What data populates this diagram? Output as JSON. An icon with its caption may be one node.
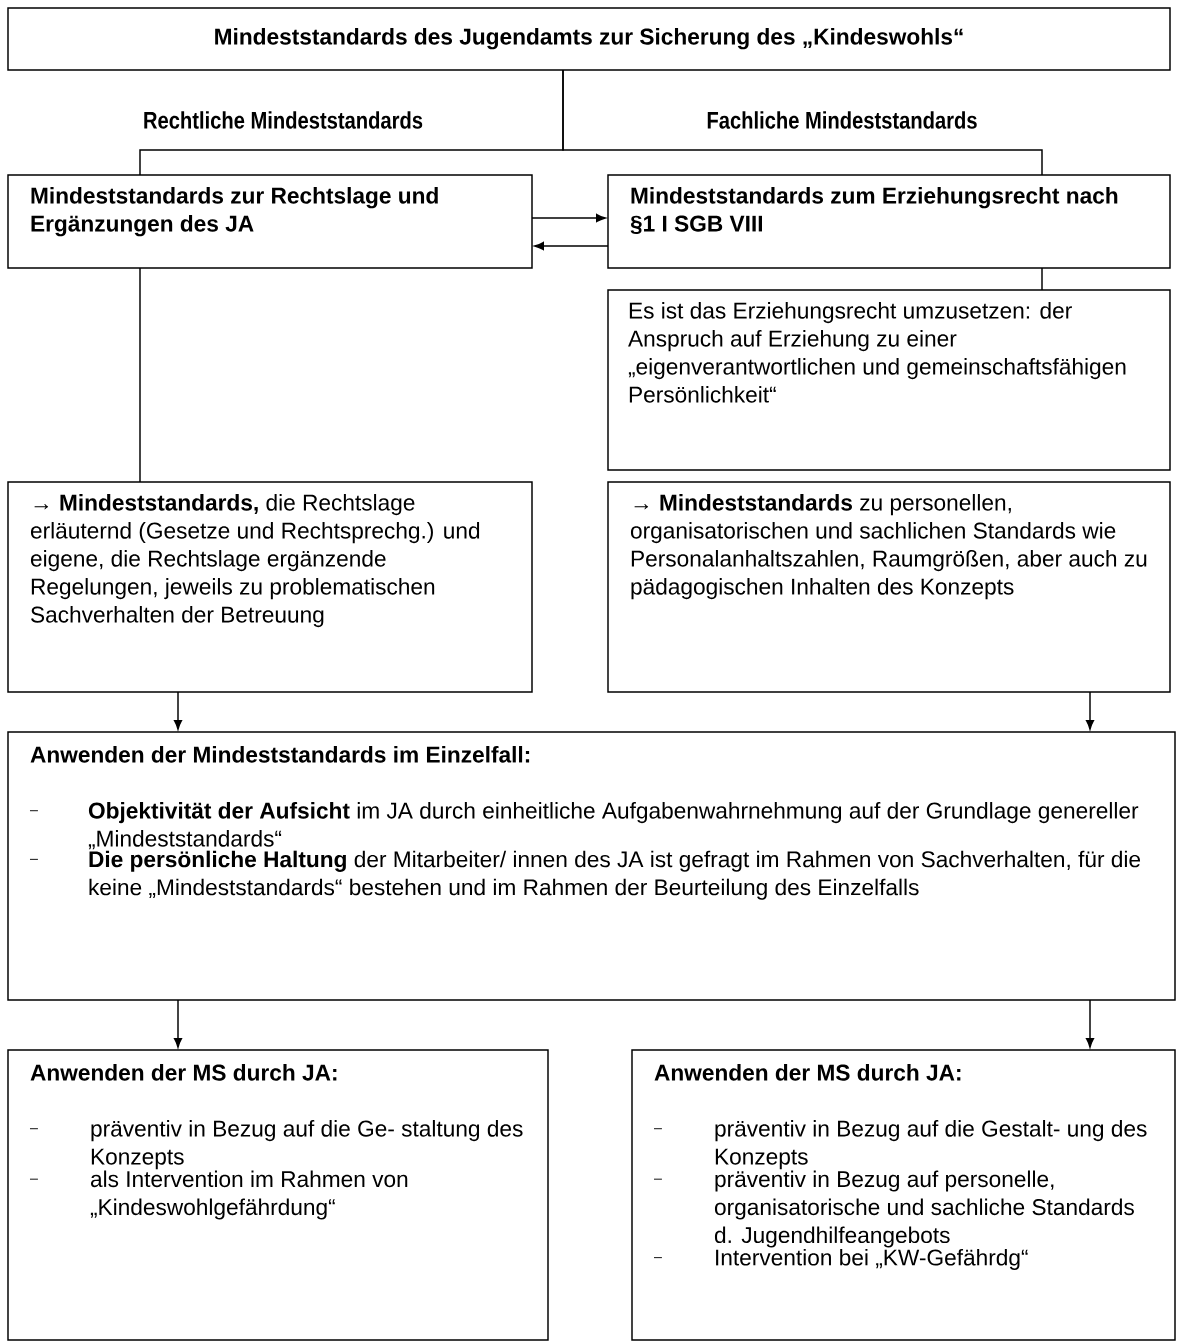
{
  "diagram": {
    "nodes": [
      {
        "text": [
          "Mindeststandards des Jugendamts zur Sicherung des „Kindeswohls“"
        ]
      },
      {
        "text": [
          "Mindeststandards zur Rechtslage und Ergänzungen des JA"
        ]
      },
      {
        "text": [
          "Mindeststandards zum Erziehungsrecht nach §1 I SGB VIII"
        ]
      },
      {
        "text": [
          "Es ist das Erziehungsrecht umzusetzen: der Anspruch auf Erziehung zu einer „eigenverantwortlichen und gemeinschaftsfähigen Persönlichkeit“"
        ]
      },
      {
        "text": [
          "→ **Mindeststandards,** die Rechtslage erläuternd (Gesetze und Rechtsprechg.) und eigene, die Rechtslage ergänzende Regelungen, jeweils zu problematischen Sachverhalten der Betreuung"
        ]
      },
      {
        "text": [
          "→ **Mindeststandards** zu personellen, organisatorischen und sachlichen Standards wie Personalanhaltszahlen, Raumgrößen, aber auch zu pädagogischen Inhalten des Konzepts"
        ]
      },
      {
        "text": [
          "Anwenden der Mindeststandards im Einzelfall:",
          "**Objektivität der Aufsicht** im JA durch einheitliche Aufgabenwahrnehmung auf der Grundlage genereller „Mindeststandards“",
          "**Die persönliche Haltung** der Mitarbeiter/ innen des JA ist gefragt im Rahmen von Sachverhalten, für die keine „Mindeststandards“ bestehen und im Rahmen der Beurteilung des Einzelfalls"
        ]
      },
      {
        "text": [
          "Anwenden der MS durch JA:",
          "präventiv in Bezug auf die Ge- staltung des Konzepts",
          "als Intervention im Rahmen von „Kindeswohlgefährdung“"
        ]
      },
      {
        "text": [
          "Anwenden der MS durch JA:",
          "präventiv in Bezug auf die Gestalt- ung des Konzepts",
          "präventiv in Bezug auf personelle, organisatorische und sachliche Standards d. Jugendhilfeangebots",
          "Intervention bei „KW-Gefährdg“"
        ]
      }
    ],
    "edges": [
      {
        "from": 0,
        "to": 1,
        "arrow": "none"
      },
      {
        "from": 0,
        "to": 2,
        "arrow": "none"
      },
      {
        "from": 1,
        "to": 2,
        "arrow": "to"
      },
      {
        "from": 2,
        "to": 1,
        "arrow": "to"
      },
      {
        "from": 2,
        "to": 3,
        "arrow": "none"
      },
      {
        "from": 1,
        "to": 4,
        "arrow": "none"
      },
      {
        "from": 4,
        "to": 6,
        "arrow": "to"
      },
      {
        "from": 5,
        "to": 6,
        "arrow": "to"
      },
      {
        "from": 6,
        "to": 7,
        "arrow": "to"
      },
      {
        "from": 6,
        "to": 8,
        "arrow": "to"
      }
    ],
    "labels": [
      "Rechtliche Mindeststandards",
      "Fachliche Mindeststandards"
    ]
  }
}
